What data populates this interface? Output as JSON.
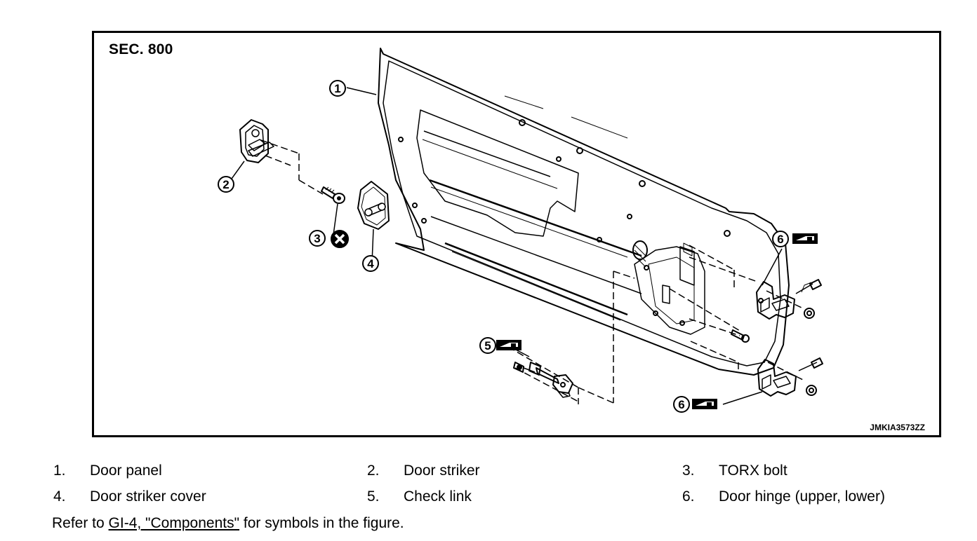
{
  "figure": {
    "section": "SEC. 800",
    "code": "JMKIA3573ZZ",
    "callouts": [
      "1",
      "2",
      "3",
      "4",
      "5",
      "6",
      "6"
    ]
  },
  "legend": [
    {
      "num": "1.",
      "label": "Door panel"
    },
    {
      "num": "2.",
      "label": "Door striker"
    },
    {
      "num": "3.",
      "label": "TORX bolt"
    },
    {
      "num": "4.",
      "label": "Door striker cover"
    },
    {
      "num": "5.",
      "label": "Check link"
    },
    {
      "num": "6.",
      "label": "Door hinge (upper, lower)"
    }
  ],
  "note": {
    "prefix": "Refer to ",
    "link": "GI-4, \"Components\"",
    "suffix": " for symbols in the figure."
  }
}
